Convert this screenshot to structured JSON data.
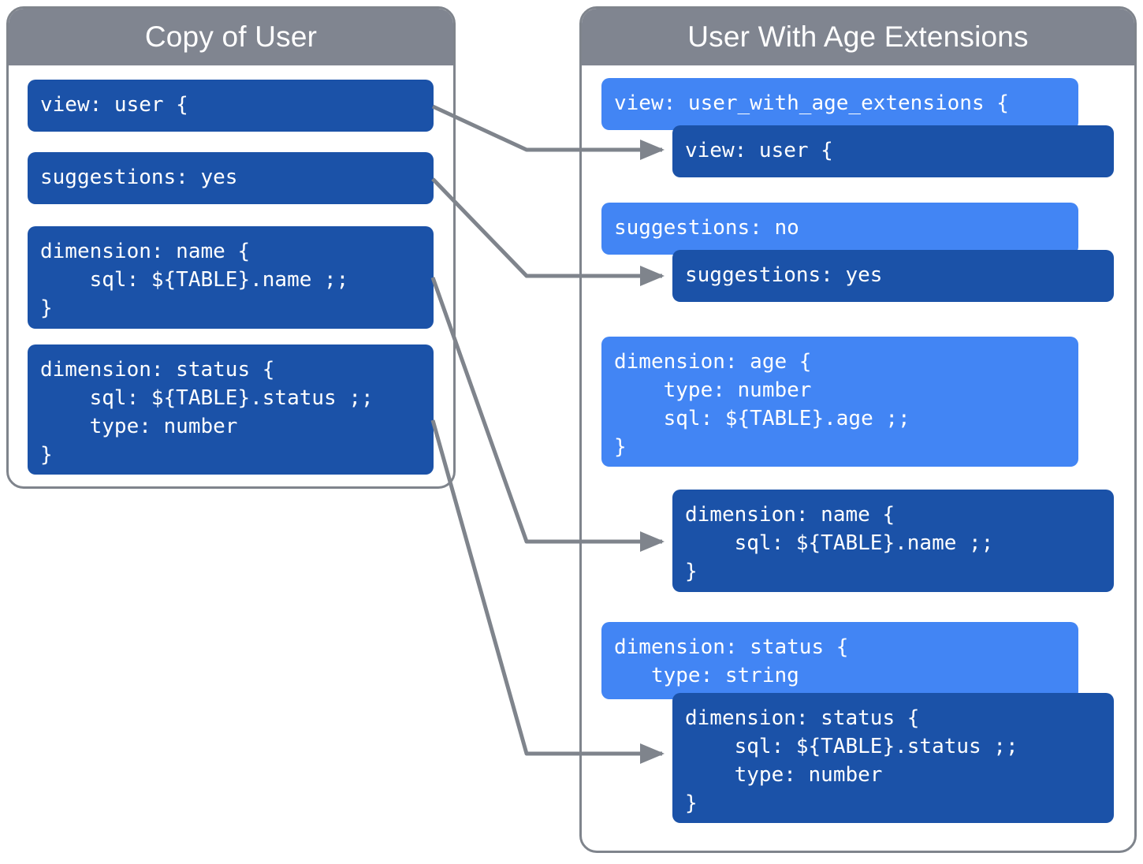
{
  "left_panel": {
    "title": "Copy of User",
    "blocks": [
      {
        "name": "view-block",
        "text": "view: user {"
      },
      {
        "name": "suggestions-block",
        "text": "suggestions: yes"
      },
      {
        "name": "dimension-name-block",
        "text": "dimension: name {\n    sql: ${TABLE}.name ;;\n}"
      },
      {
        "name": "dimension-status-block",
        "text": "dimension: status {\n    sql: ${TABLE}.status ;;\n    type: number\n}"
      }
    ]
  },
  "right_panel": {
    "title": "User With Age Extensions",
    "extension_blocks": [
      {
        "name": "view-extension-block",
        "text": "view: user_with_age_extensions {"
      },
      {
        "name": "suggestions-extension-block",
        "text": "suggestions: no"
      },
      {
        "name": "dimension-age-block",
        "text": "dimension: age {\n    type: number\n    sql: ${TABLE}.age ;;\n}"
      },
      {
        "name": "dimension-status-extension-block",
        "text": "dimension: status {\n   type: string"
      }
    ],
    "inherited_blocks": [
      {
        "name": "view-inherited-block",
        "text": "view: user {"
      },
      {
        "name": "suggestions-inherited-block",
        "text": "suggestions: yes"
      },
      {
        "name": "dimension-name-inherited-block",
        "text": "dimension: name {\n    sql: ${TABLE}.name ;;\n}"
      },
      {
        "name": "dimension-status-inherited-block",
        "text": "dimension: status {\n    sql: ${TABLE}.status ;;\n    type: number\n}"
      }
    ]
  },
  "colors": {
    "header_gray": "#808590",
    "panel_border": "#7f848c",
    "code_dark_blue": "#1b52a8",
    "code_light_blue": "#4285f4",
    "arrow_gray": "#7f848c",
    "text_white": "#ffffff"
  },
  "connectors": [
    {
      "name": "connector-view",
      "from": "view-block",
      "to": "view-inherited-block"
    },
    {
      "name": "connector-suggestions",
      "from": "suggestions-block",
      "to": "suggestions-inherited-block"
    },
    {
      "name": "connector-dimension-name",
      "from": "dimension-name-block",
      "to": "dimension-name-inherited-block"
    },
    {
      "name": "connector-dimension-status",
      "from": "dimension-status-block",
      "to": "dimension-status-inherited-block"
    }
  ]
}
